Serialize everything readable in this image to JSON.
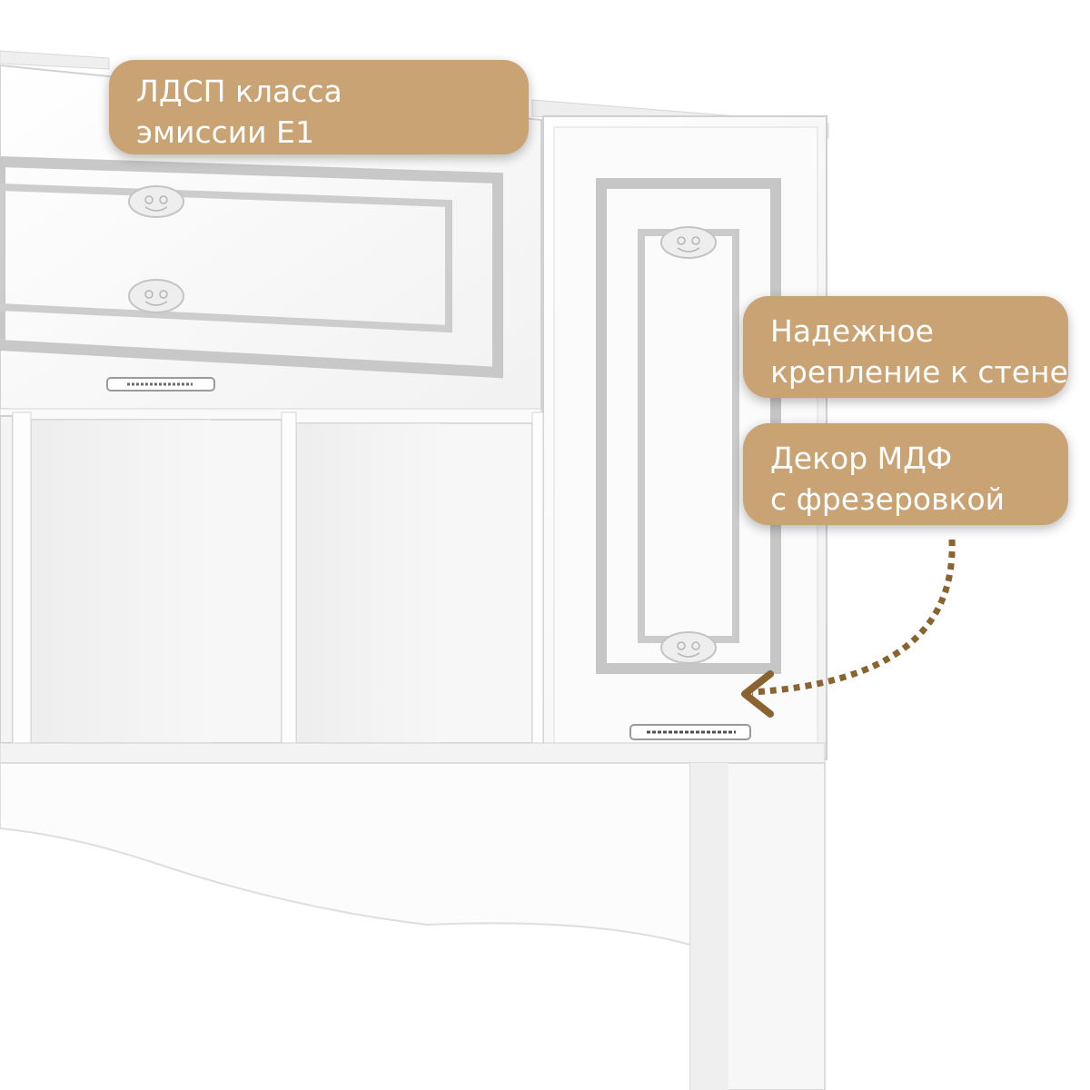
{
  "callouts": [
    {
      "lines": [
        "ЛДСП класса",
        "эмиссии Е1"
      ]
    },
    {
      "lines": [
        "Надежное",
        "крепление к стене"
      ]
    },
    {
      "lines": [
        "Декор МДФ",
        "с фрезеровкой"
      ]
    }
  ],
  "colors": {
    "callout_background": "#c9a373",
    "callout_text": "#ffffff",
    "arrow": "#8a6430",
    "furniture_white": "#fbfbfb",
    "milling_gray": "#c6c6c6"
  },
  "icons": [
    "rosette-icon",
    "handle-icon",
    "dotted-arrow-icon"
  ]
}
